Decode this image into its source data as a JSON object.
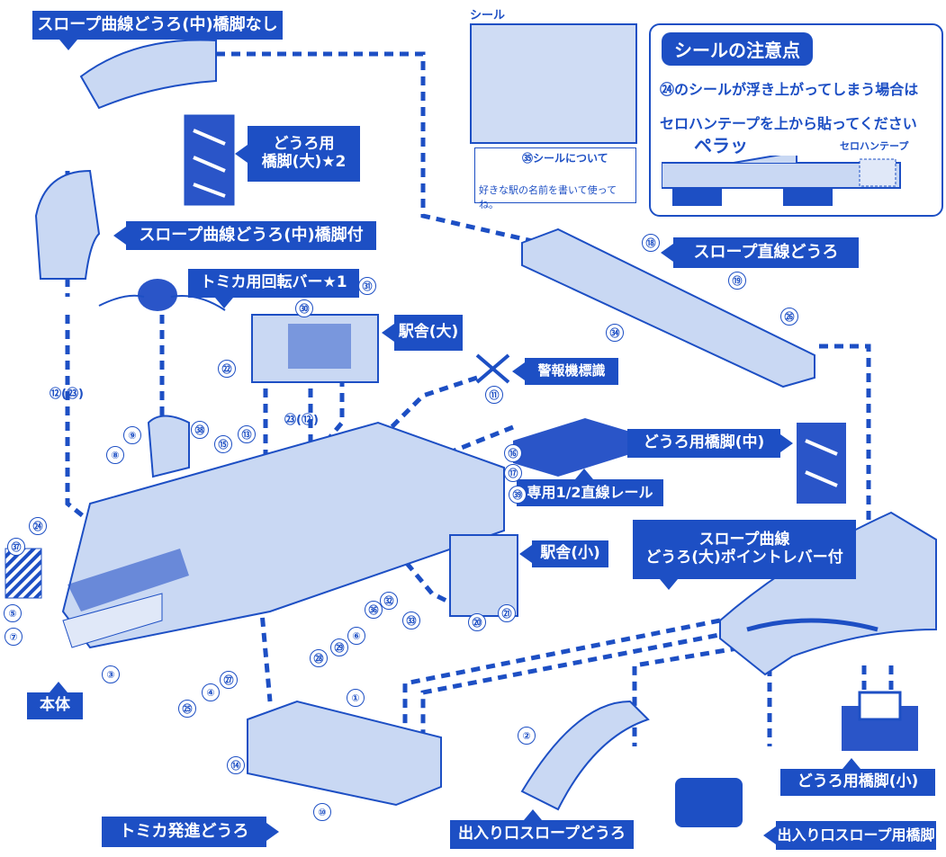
{
  "labels": {
    "slope_curve_mid_no_pier": "スロープ曲線どうろ(中)橋脚なし",
    "road_pier_large": "どうろ用",
    "road_pier_large_2": "橋脚(大)★2",
    "slope_curve_mid_with_pier": "スロープ曲線どうろ(中)橋脚付",
    "tomica_rotating_bar": "トミカ用回転バー★1",
    "station_large": "駅舎(大)",
    "warning_sign": "警報機標識",
    "slope_straight_road": "スロープ直線どうろ",
    "road_pier_mid": "どうろ用橋脚(中)",
    "dedicated_half_rail": "専用1/2直線レール",
    "station_small": "駅舎(小)",
    "slope_curve_large_1": "スロープ曲線",
    "slope_curve_large_2": "どうろ(大)ポイントレバー付",
    "main_body": "本体",
    "road_pier_small": "どうろ用橋脚(小)",
    "tomica_launch_road": "トミカ発進どうろ",
    "entrance_slope_road": "出入り口スロープどうろ",
    "entrance_slope_pier": "出入り口スロープ用橋脚"
  },
  "sticker": {
    "title": "シール",
    "note_35": "㉟シールについて",
    "note_35_body": "好きな駅の名前を書いて使ってね。"
  },
  "caution": {
    "title": "シールの注意点",
    "line1": "㉔のシールが浮き上がってしまう場合は",
    "line2": "セロハンテープを上から貼ってください",
    "peratsu": "ペラッ",
    "tape": "セロハンテープ"
  },
  "numbers": [
    "①",
    "②",
    "③",
    "④",
    "⑤",
    "⑥",
    "⑦",
    "⑧",
    "⑨",
    "⑩",
    "⑪",
    "⑫",
    "⑬",
    "⑭",
    "⑮",
    "⑯",
    "⑰",
    "⑱",
    "⑲",
    "⑳",
    "㉑",
    "㉒",
    "㉓",
    "㉔",
    "㉕",
    "㉖",
    "㉗",
    "㉘",
    "㉙",
    "㉚",
    "㉛",
    "㉜",
    "㉝",
    "㉞",
    "㊱",
    "㊲",
    "㊳",
    "㊴"
  ],
  "compound_labels": {
    "n12_23": "⑫(㉓)",
    "n23_12": "㉓(⑫)"
  },
  "colors": {
    "accent": "#1d4fc4",
    "part_fill": "#c9d8f3",
    "part_dark": "#2a55c8"
  }
}
